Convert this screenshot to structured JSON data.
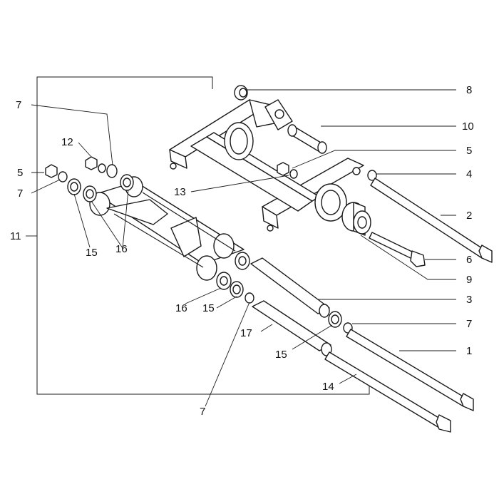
{
  "callouts": {
    "c1": "1",
    "c2": "2",
    "c3": "3",
    "c4": "4",
    "c5a": "5",
    "c5b": "5",
    "c6": "6",
    "c7a": "7",
    "c7b": "7",
    "c7c": "7",
    "c7d": "7",
    "c8": "8",
    "c9": "9",
    "c10": "10",
    "c11": "11",
    "c12": "12",
    "c13": "13",
    "c14": "14",
    "c15a": "15",
    "c15b": "15",
    "c15c": "15",
    "c16a": "16",
    "c16b": "16",
    "c17": "17"
  }
}
